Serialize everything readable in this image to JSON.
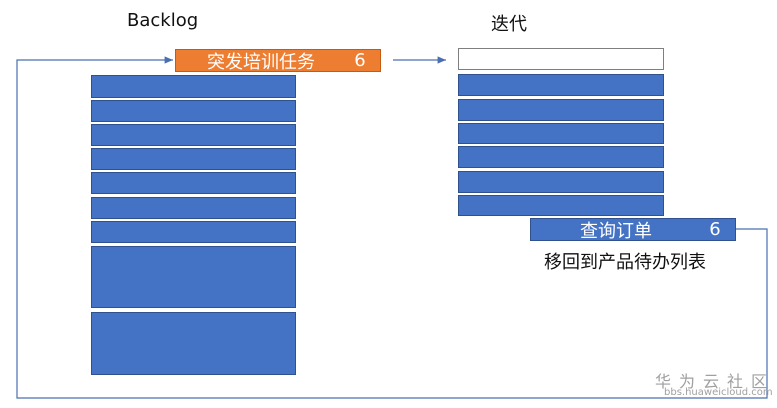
{
  "columns": {
    "backlog": {
      "title": "Backlog"
    },
    "iteration": {
      "title": "迭代"
    }
  },
  "tasks": {
    "incoming": {
      "name": "突发培训任务",
      "points": "6",
      "color": "#ed7d31"
    },
    "removed": {
      "name": "查询订单",
      "points": "6",
      "color": "#4472c4"
    }
  },
  "annotation": {
    "move_back": "移回到产品待办列表"
  },
  "watermark": {
    "brand": "华为云社区",
    "url": "bbs.huaweicloud.com"
  },
  "colors": {
    "block": "#4472c4",
    "line": "#4a6fb0",
    "accent": "#ed7d31"
  }
}
